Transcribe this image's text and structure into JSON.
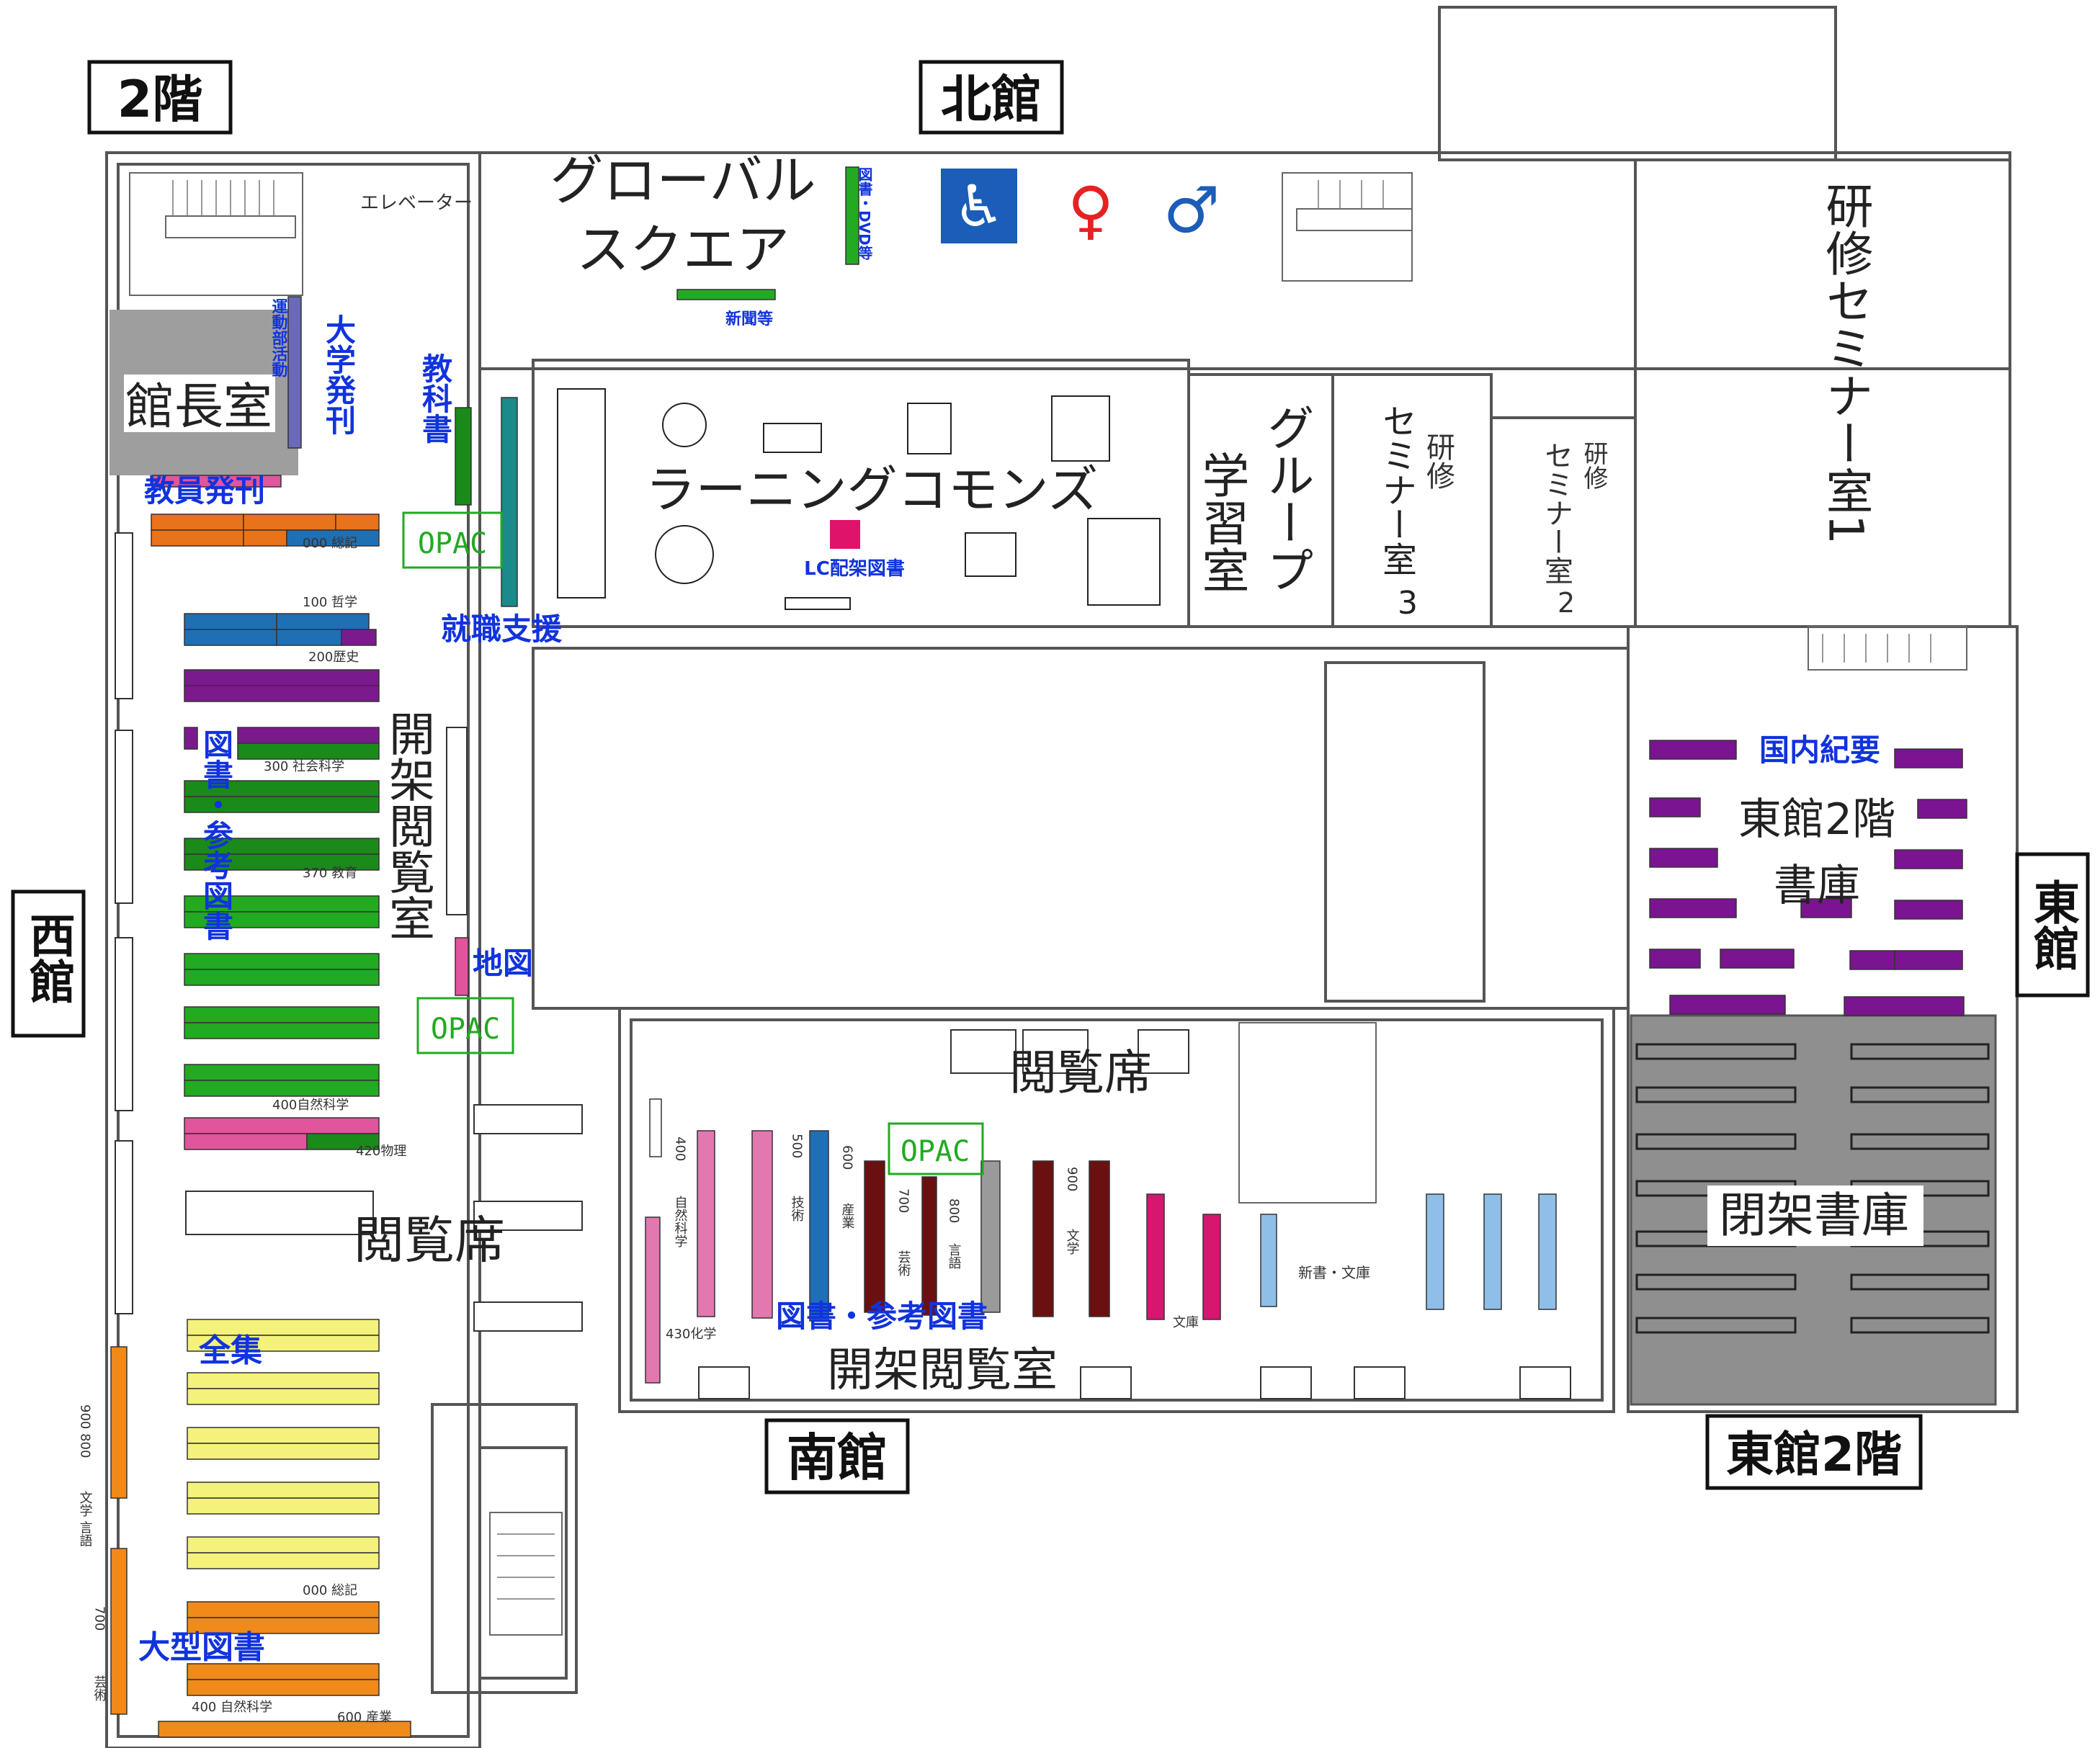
{
  "floor_label": "2階",
  "buildings": {
    "north": "北館",
    "west": "西館",
    "south": "南館",
    "east": "東館",
    "east_floor": "東館2階"
  },
  "rooms": {
    "elevator": "エレベーター",
    "global_square_1": "グローバル",
    "global_square_2": "スクエア",
    "director_room": "館長室",
    "learning_commons": "ラーニングコモンズ",
    "group_study_1": "グループ",
    "group_study_2": "学習室",
    "seminar3_a": "研修",
    "seminar3_b": "セミナー室",
    "seminar3_c": "3",
    "seminar2_a": "研修",
    "seminar2_b": "セミナー室",
    "seminar2_c": "2",
    "seminar1": "研修セミナー室1",
    "open_stack_west": "開架閲覧室",
    "reading_seats_1": "閲覧席",
    "reading_seats_2": "閲覧席",
    "open_stack_south": "開架閲覧室",
    "east_stack_1": "東館2階",
    "east_stack_2": "書庫",
    "closed_stack": "閉架書庫"
  },
  "blue_labels": {
    "club_activities": "運動部活動",
    "univ_publications": "大学発刊",
    "textbooks": "教科書",
    "faculty_publications": "教員発刊",
    "job_support": "就職支援",
    "books_reference_west": "図書・参考図書",
    "map": "地図",
    "complete_works": "全集",
    "large_books": "大型図書",
    "books_reference_south": "図書・参考図書",
    "domestic_bulletins": "国内紀要",
    "lc_books": "LC配架図書",
    "newspapers": "新聞等",
    "books_dvd": "図書・DVD等"
  },
  "opac": [
    "OPAC",
    "OPAC",
    "OPAC"
  ],
  "shelf_labels": {
    "s000": "000 総記",
    "s100": "100 哲学",
    "s200": "200歴史",
    "s300": "300 社会科学",
    "s370": "370 教育",
    "s400": "400自然科学",
    "s420": "420物理",
    "s900_800": "900 800",
    "lit_lang": "文学 言語",
    "s000b": "000 総記",
    "s700": "700",
    "art": "芸術",
    "s400b": "400 自然科学",
    "s600b": "600 産業",
    "s400c": "400",
    "nat_sci": "自然科学",
    "s500": "500",
    "tech": "技術",
    "s600": "600",
    "industry": "産業",
    "s700b": "700",
    "art2": "芸術",
    "s800": "800",
    "lang": "言語",
    "s900": "900",
    "lit": "文学",
    "s430": "430化学",
    "bunko": "文庫",
    "shinsho": "新書・文庫"
  },
  "colors": {
    "general": "#e8731a",
    "philosophy": "#1f6fb5",
    "history": "#7b1a8c",
    "social": "#1a8a1a",
    "education": "#22aa22",
    "science": "#e0559b",
    "complete": "#f4f27a",
    "large": "#f08a1a",
    "bulletins": "#7a1490",
    "closed": "#8f8f8f",
    "south_pink": "#e377b0",
    "south_dark": "#6b1010",
    "south_magenta": "#d6166f",
    "south_blue": "#8fbfe8",
    "label_blue": "#1133dd"
  }
}
